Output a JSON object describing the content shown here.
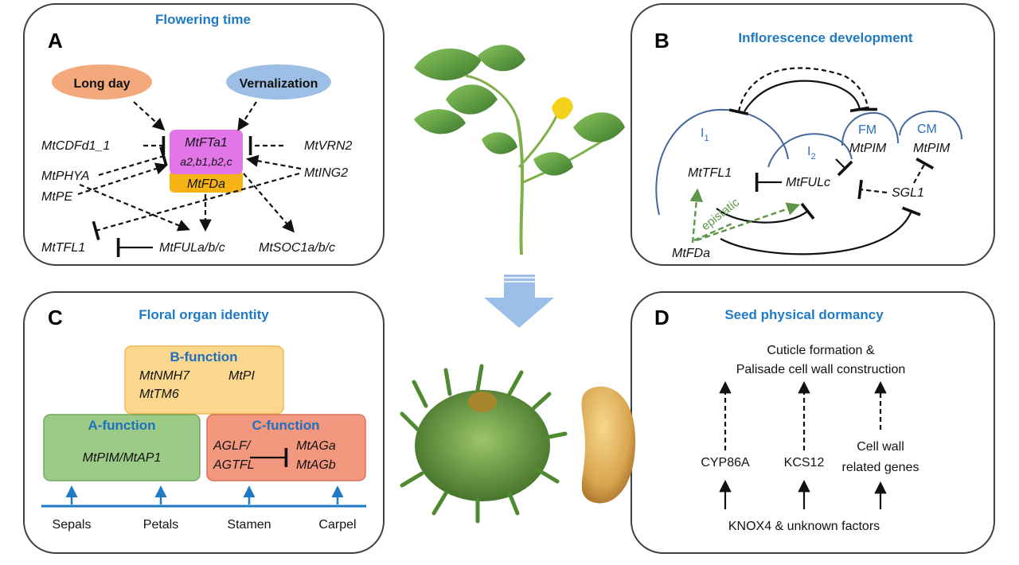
{
  "panel_a": {
    "letter": "A",
    "title": "Flowering time",
    "long_day": "Long day",
    "vernalization": "Vernalization",
    "ft_box": "MtFTa1",
    "ft_box_sub": "a2,b1,b2,c",
    "fd_box": "MtFDa",
    "cdfd": "MtCDFd1_1",
    "vrn2": "MtVRN2",
    "phya": "MtPHYA",
    "pe": "MtPE",
    "ing2": "MtING2",
    "tfl1": "MtTFL1",
    "ful": "MtFULa/b/c",
    "soc1": "MtSOC1a/b/c"
  },
  "panel_b": {
    "letter": "B",
    "title": "Inflorescence development",
    "i1": "I",
    "i1_sub": "1",
    "i2": "I",
    "i2_sub": "2",
    "fm": "FM",
    "cm": "CM",
    "fm_gene": "MtPIM",
    "cm_gene": "MtPIM",
    "tfl1": "MtTFL1",
    "fulc": "MtFULc",
    "sgl1": "SGL1",
    "fda": "MtFDa",
    "epistatic": "epistatic"
  },
  "panel_c": {
    "letter": "C",
    "title": "Floral organ identity",
    "b_function": "B-function",
    "b_gene1": "MtNMH7",
    "b_gene2": "MtPI",
    "b_gene3": "MtTM6",
    "a_function": "A-function",
    "a_genes": "MtPIM/MtAP1",
    "c_function": "C-function",
    "c_gene1": "AGLF/",
    "c_gene2": "AGTFL",
    "c_gene3": "MtAGa",
    "c_gene4": "MtAGb",
    "organs": [
      "Sepals",
      "Petals",
      "Stamen",
      "Carpel"
    ]
  },
  "panel_d": {
    "letter": "D",
    "title": "Seed physical dormancy",
    "top_line1": "Cuticle formation &",
    "top_line2": "Palisade  cell wall construction",
    "g1": "CYP86A",
    "g2": "KCS12",
    "g3a": "Cell wall",
    "g3b": "related genes",
    "bottom": "KNOX4  &  unknown factors"
  },
  "colors": {
    "title_blue": "#1f7ac6",
    "long_day_fill": "#f4a97c",
    "vernalization_fill": "#9dbfe6",
    "ft_fill": "#e276e8",
    "fd_fill": "#f5b316",
    "b_function_fill": "#fbd78e",
    "a_function_fill": "#9ccb87",
    "c_function_fill": "#f3977e",
    "organ_axis": "#1f7ac6",
    "epistatic_green": "#5e9548",
    "center_arrow": "#9bbfe8"
  }
}
